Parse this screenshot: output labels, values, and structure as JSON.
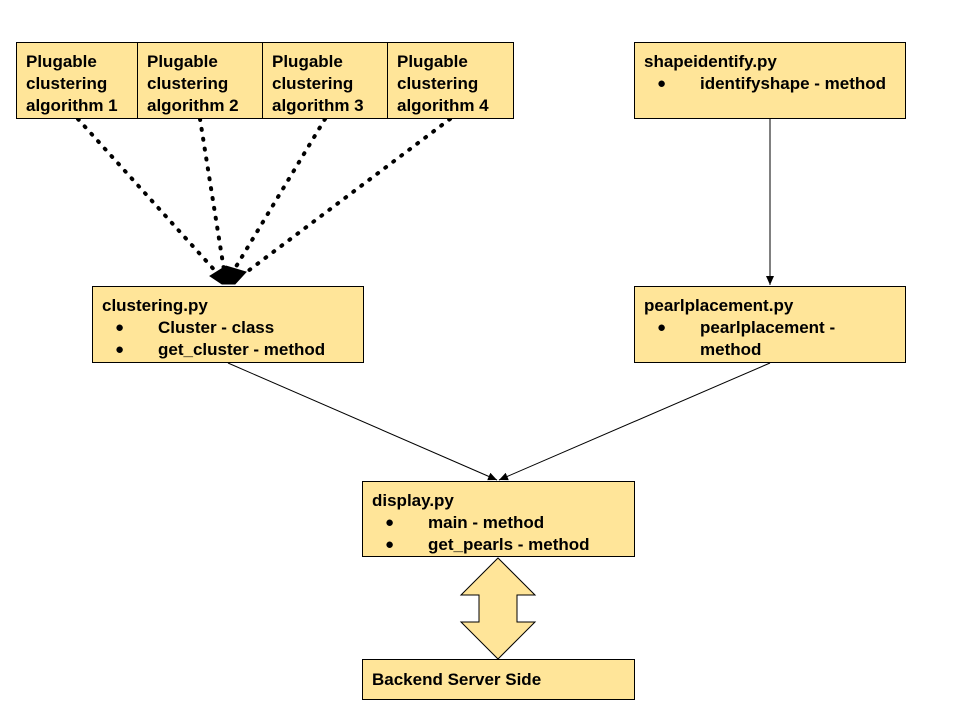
{
  "colors": {
    "box_fill": "#ffe599",
    "box_border": "#000000",
    "connector": "#000000"
  },
  "algorithms": [
    {
      "label": "Plugable clustering algorithm 1"
    },
    {
      "label": "Plugable clustering algorithm 2"
    },
    {
      "label": "Plugable clustering algorithm 3"
    },
    {
      "label": "Plugable clustering algorithm 4"
    }
  ],
  "shapeidentify": {
    "title": "shapeidentify.py",
    "items": [
      "identifyshape - method"
    ]
  },
  "clustering": {
    "title": "clustering.py",
    "items": [
      "Cluster - class",
      "get_cluster - method"
    ]
  },
  "pearlplacement": {
    "title": "pearlplacement.py",
    "items": [
      "pearlplacement - method"
    ]
  },
  "display": {
    "title": "display.py",
    "items": [
      "main - method",
      "get_pearls - method"
    ]
  },
  "backend": {
    "title": "Backend Server Side"
  },
  "bullet_char": "●"
}
